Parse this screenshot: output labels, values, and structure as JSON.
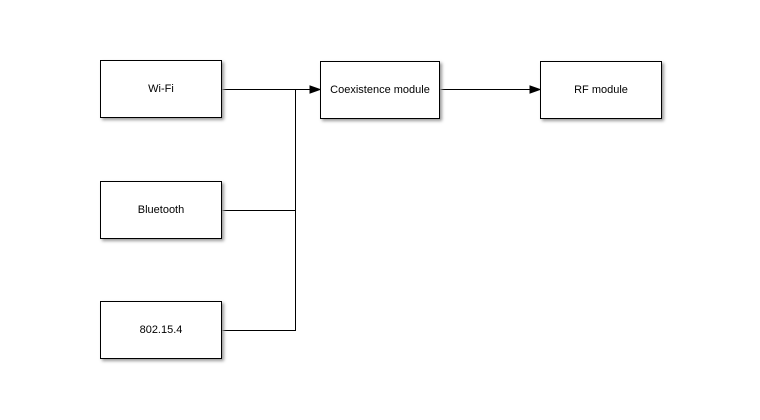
{
  "diagram": {
    "nodes": {
      "wifi": {
        "label": "Wi-Fi"
      },
      "bluetooth": {
        "label": "Bluetooth"
      },
      "zigbee": {
        "label": "802.15.4"
      },
      "coexistence": {
        "label": "Coexistence module"
      },
      "rf": {
        "label": "RF module"
      }
    },
    "edges": [
      {
        "from": "Wi-Fi",
        "to": "Coexistence module",
        "type": "arrow"
      },
      {
        "from": "Bluetooth",
        "to": "Coexistence module",
        "type": "bus-join"
      },
      {
        "from": "802.15.4",
        "to": "Coexistence module",
        "type": "bus-join"
      },
      {
        "from": "Coexistence module",
        "to": "RF module",
        "type": "arrow"
      }
    ],
    "colors": {
      "background": "#ffffff",
      "node_fill": "#ffffff",
      "node_border": "#000000",
      "connector": "#000000",
      "text": "#000000",
      "shadow": "#9a9a9a"
    }
  }
}
